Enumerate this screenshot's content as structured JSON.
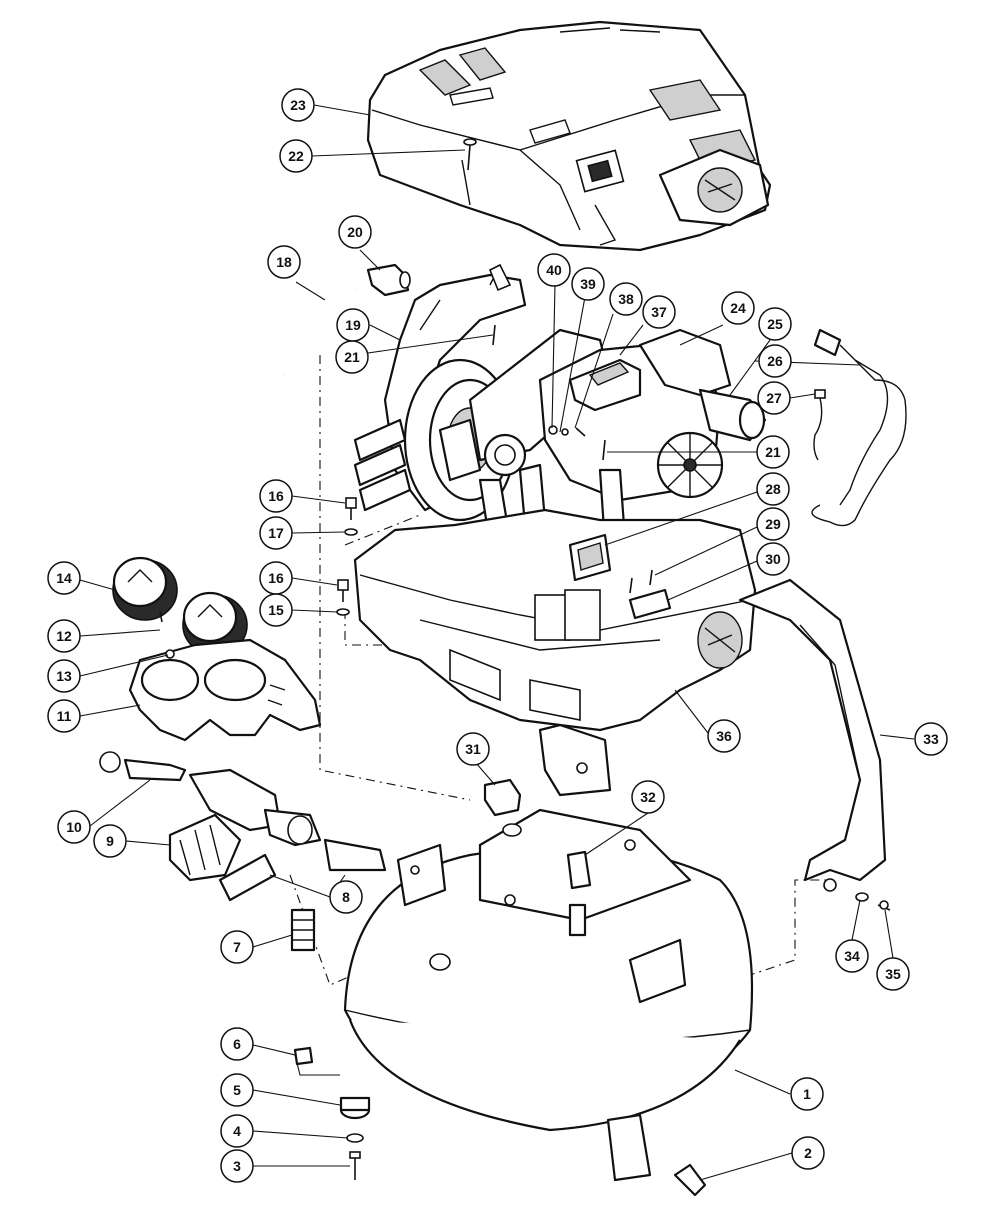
{
  "colors": {
    "line": "#111111",
    "background": "#ffffff",
    "shade": "#cfcfcf"
  },
  "callouts": [
    "1",
    "2",
    "3",
    "4",
    "5",
    "6",
    "7",
    "8",
    "9",
    "10",
    "11",
    "12",
    "13",
    "14",
    "15",
    "16",
    "16",
    "17",
    "18",
    "19",
    "20",
    "21",
    "21",
    "22",
    "23",
    "24",
    "25",
    "26",
    "27",
    "28",
    "29",
    "30",
    "31",
    "32",
    "33",
    "34",
    "35",
    "36",
    "37",
    "38",
    "39",
    "40"
  ]
}
